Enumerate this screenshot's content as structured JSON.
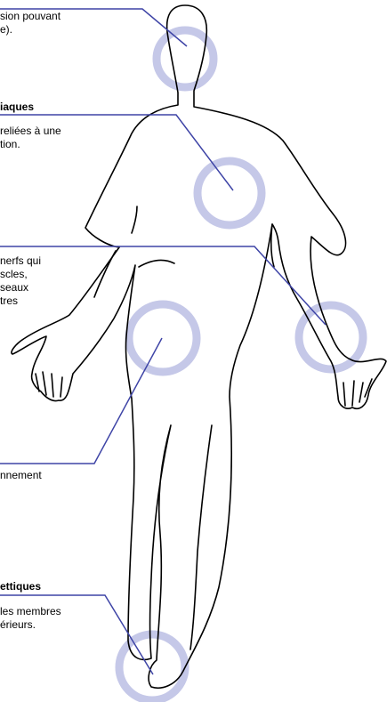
{
  "callouts": [
    {
      "id": "head",
      "title": "",
      "lines": [
        "sion pouvant",
        "e)."
      ]
    },
    {
      "id": "heart",
      "title": "iaques",
      "lines": [
        "reliées à une",
        "tion."
      ]
    },
    {
      "id": "nerves",
      "title": "",
      "lines": [
        "nerfs qui",
        "scles,",
        "seaux",
        "tres"
      ]
    },
    {
      "id": "hip",
      "title": "",
      "lines": [
        "nnement"
      ]
    },
    {
      "id": "feet",
      "title": "ettiques",
      "lines": [
        "les membres",
        "érieurs."
      ]
    }
  ],
  "colors": {
    "ring": "#c5c8e8",
    "leader": "#3e44a6",
    "outline": "#000000",
    "text": "#000000"
  }
}
